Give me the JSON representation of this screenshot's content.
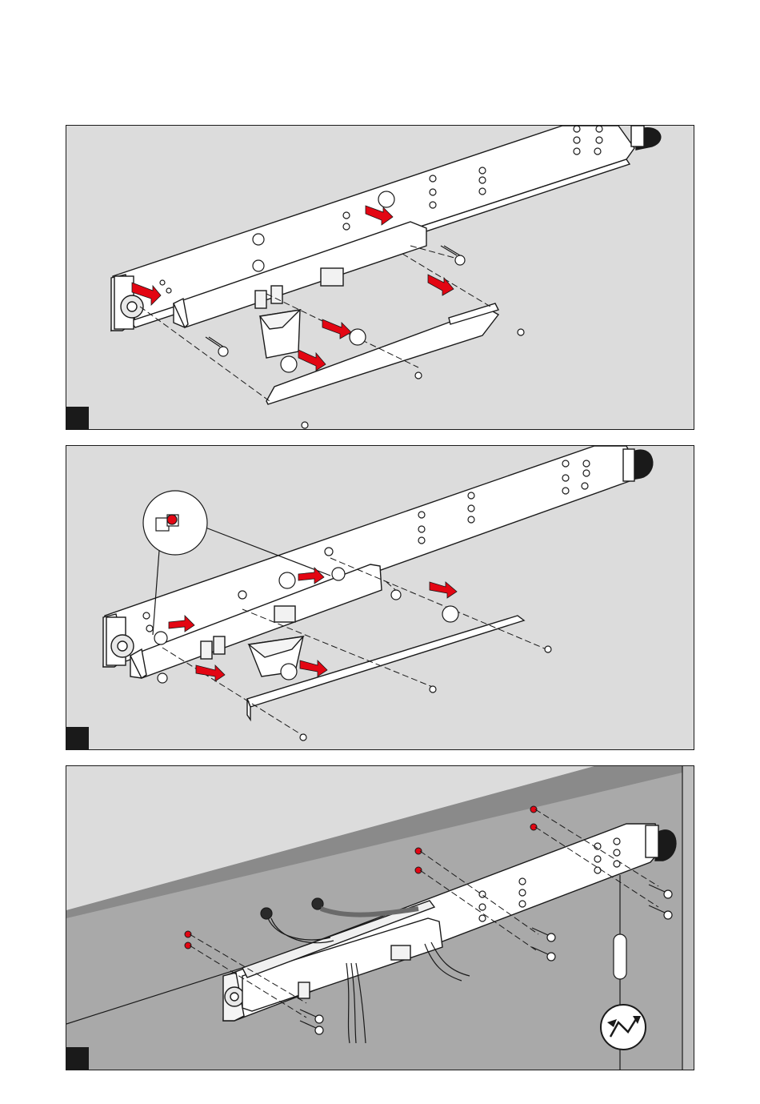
{
  "colors": {
    "panel_bg": "#dcdcdc",
    "wall_dark": "#a9a9a9",
    "wall_light": "#bebebe",
    "part_fill": "#ffffff",
    "line": "#1a1a1a",
    "arrow_red": "#e30613",
    "marker": "#1a1a1a"
  },
  "panels": [
    {
      "id": "step-1",
      "step_label": "",
      "icons": [
        "screw-icon",
        "cover-icon",
        "bracket-icon",
        "end-cap-icon"
      ]
    },
    {
      "id": "step-2",
      "step_label": "",
      "icons": [
        "screw-icon",
        "cover-icon",
        "detail-magnifier-icon",
        "end-cap-icon"
      ]
    },
    {
      "id": "step-3",
      "step_label": "",
      "icons": [
        "wall-plug-icon",
        "screw-icon",
        "cable-icon",
        "adjust-rod-icon"
      ]
    }
  ]
}
